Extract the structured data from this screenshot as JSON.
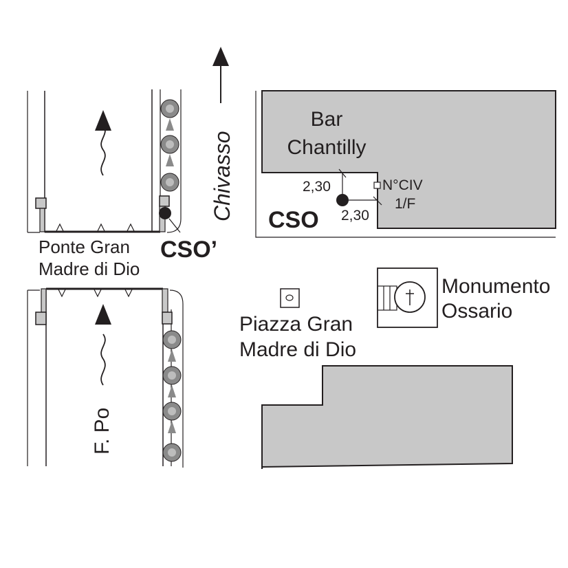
{
  "labels": {
    "bar_line1": "Bar",
    "bar_line2": "Chantilly",
    "measure_vertical": "2,30",
    "measure_horizontal": "2,30",
    "civic_line1": "N°CIV",
    "civic_line2": "1/F",
    "cso": "CSO",
    "cso_prime": "CSO’",
    "chivasso": "Chivasso",
    "bridge_line1": "Ponte Gran",
    "bridge_line2": "Madre di Dio",
    "piazza_line1": "Piazza Gran",
    "piazza_line2": "Madre di Dio",
    "monument_line1": "Monumento",
    "monument_line2": "Ossario",
    "river": "F. Po"
  },
  "colors": {
    "block_fill": "#c8c8c8",
    "stroke": "#231f20",
    "tree_fill": "#8a8a8a"
  },
  "icons": {
    "flow_arrow": "arrow-up-wavy-icon",
    "direction_arrow": "arrow-up-icon",
    "monument": "cross-circle-icon",
    "tree": "tree-icon",
    "stop_marker": "filled-circle-icon"
  }
}
